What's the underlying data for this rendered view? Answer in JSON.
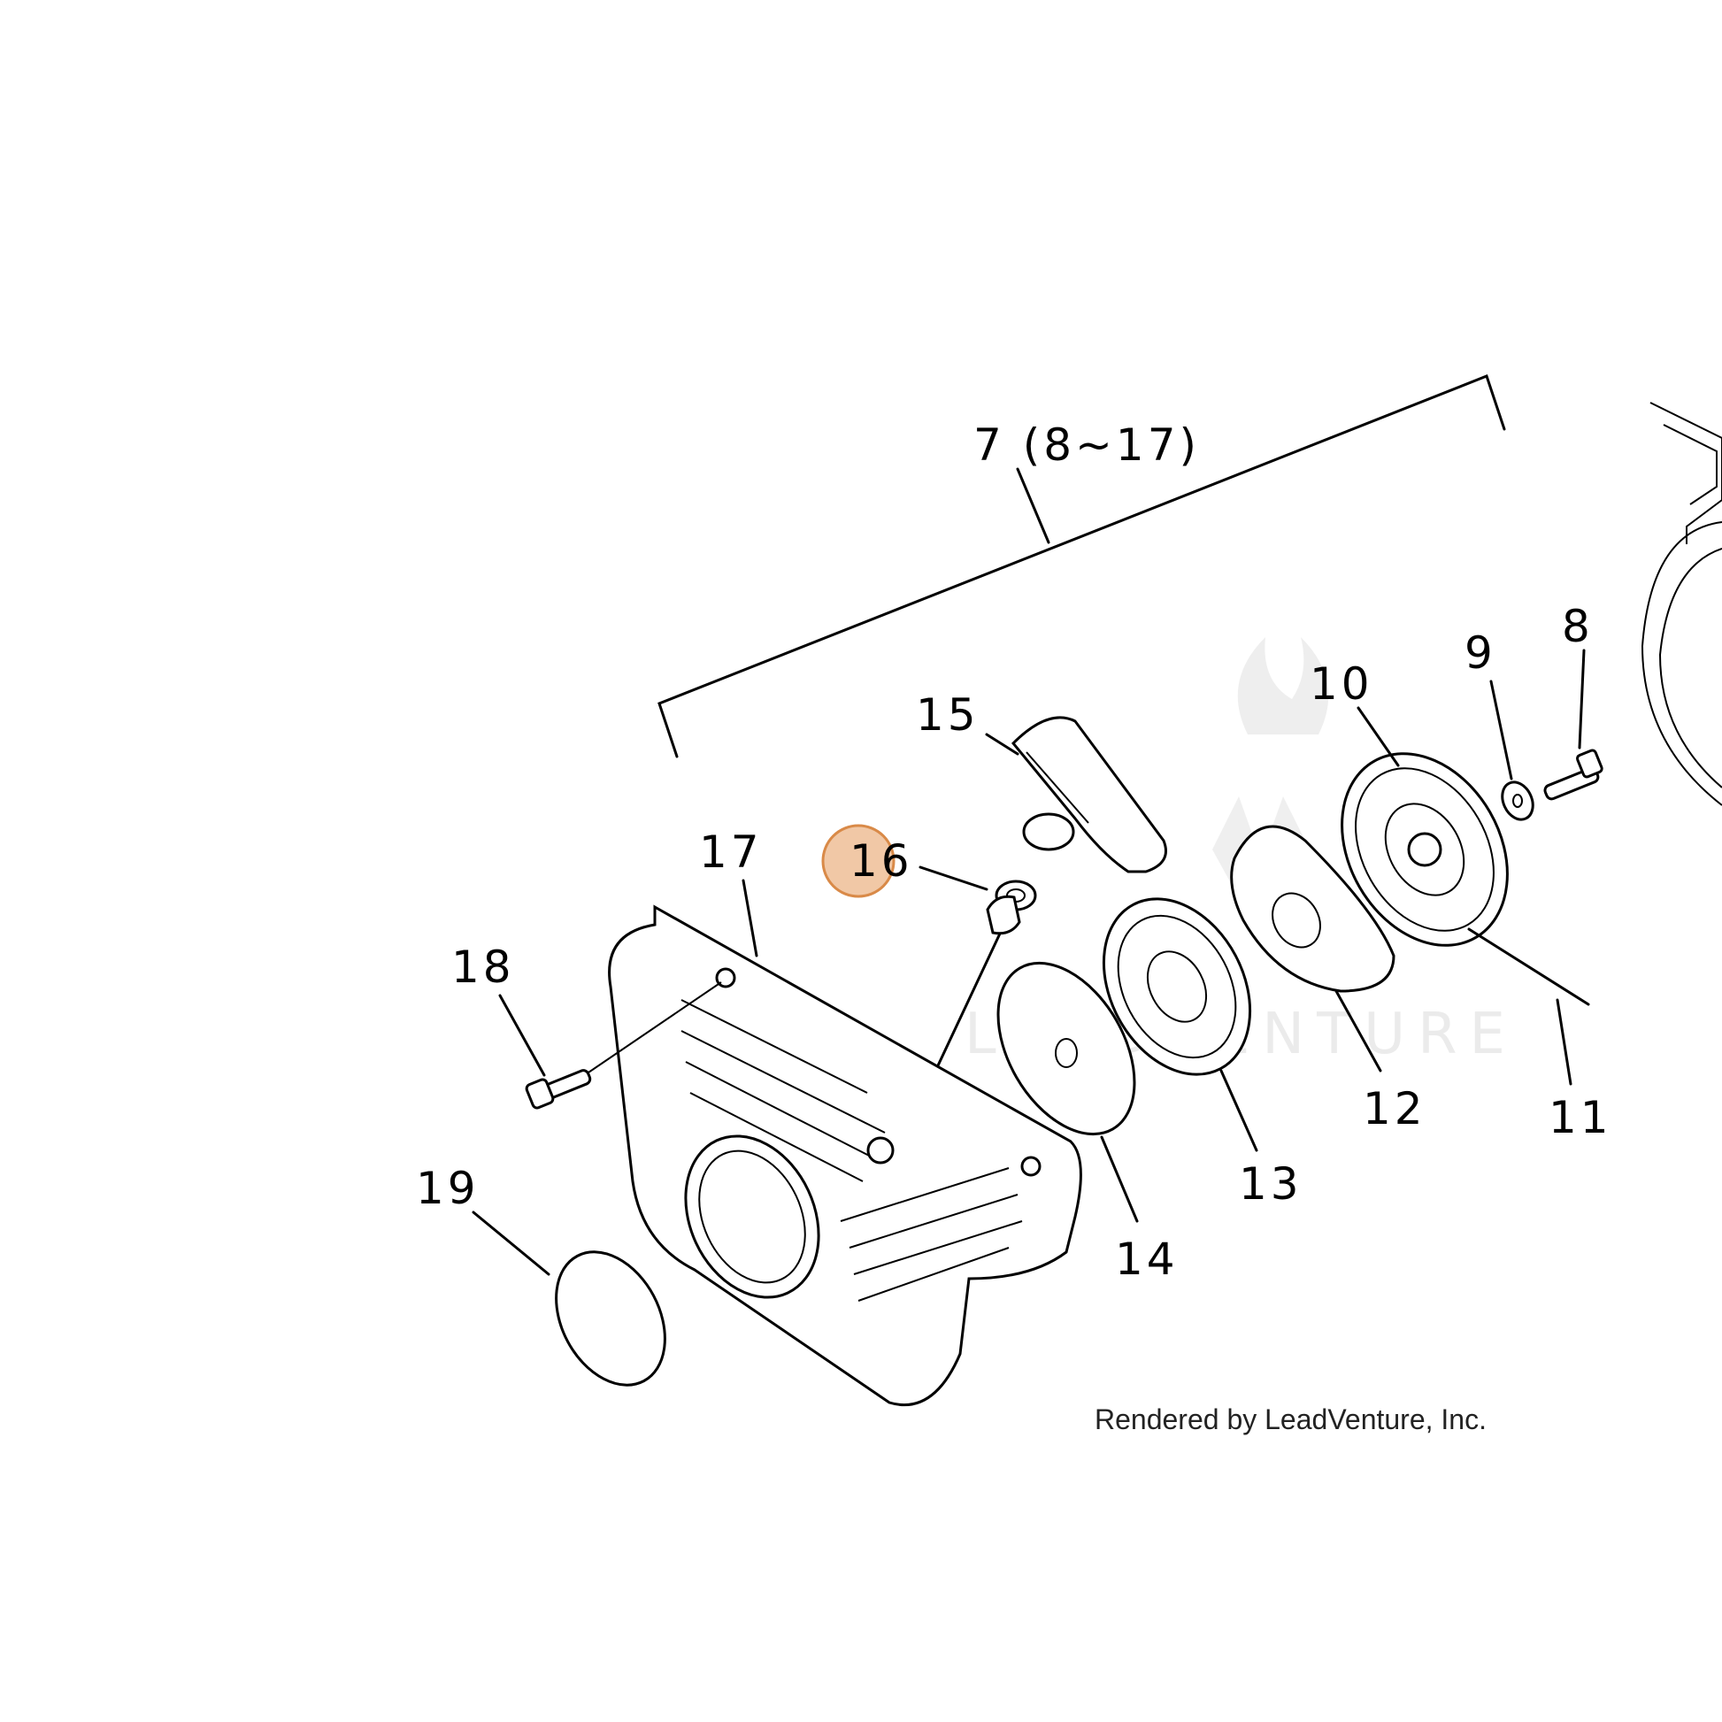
{
  "diagram": {
    "group_label": "7 (8~17)",
    "callouts": [
      "8",
      "9",
      "10",
      "11",
      "12",
      "13",
      "14",
      "15",
      "16",
      "17",
      "18",
      "19"
    ],
    "highlighted_callout": "16",
    "highlight_color": "#e8a46b",
    "watermark": "LEADVENTURE",
    "footer": "Rendered by LeadVenture, Inc."
  }
}
